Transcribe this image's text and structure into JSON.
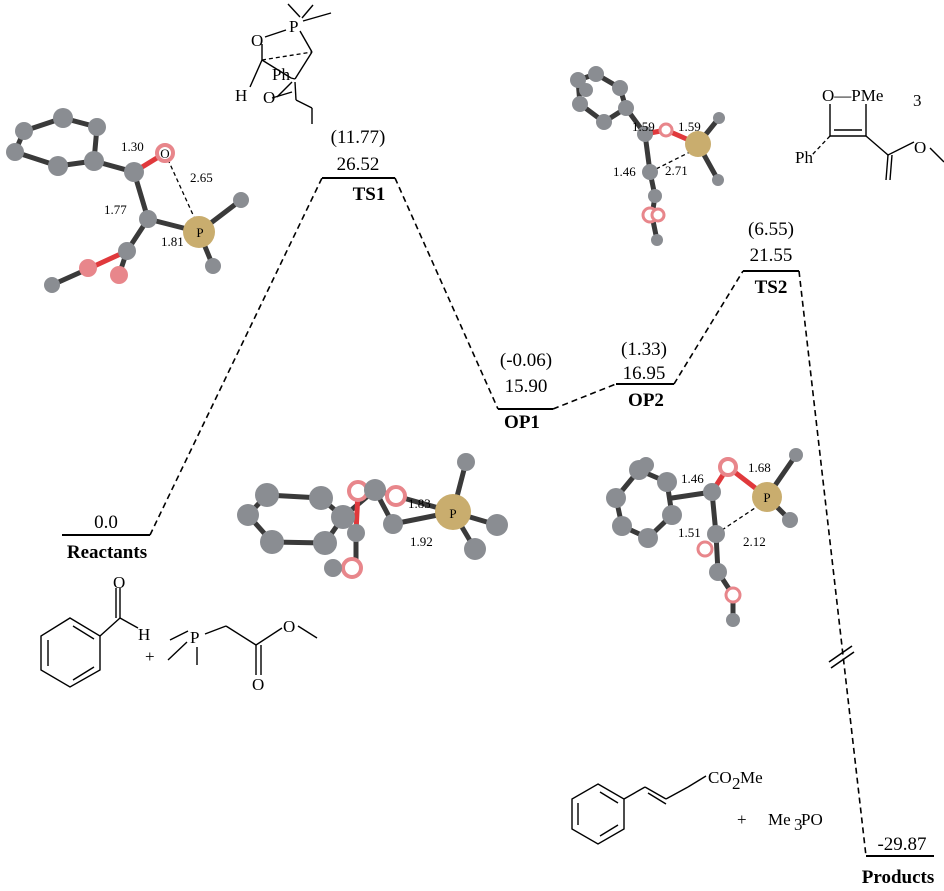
{
  "levels": [
    {
      "id": "reactants",
      "energy": "0.0",
      "paren": "",
      "label": "Reactants"
    },
    {
      "id": "ts1",
      "energy": "26.52",
      "paren": "(11.77)",
      "label": "TS1"
    },
    {
      "id": "op1",
      "energy": "15.90",
      "paren": "(-0.06)",
      "label": "OP1"
    },
    {
      "id": "op2",
      "energy": "16.95",
      "paren": "(1.33)",
      "label": "OP2"
    },
    {
      "id": "ts2",
      "energy": "21.55",
      "paren": "(6.55)",
      "label": "TS2"
    },
    {
      "id": "products",
      "energy": "-29.87",
      "paren": "",
      "label": "Products"
    }
  ],
  "structures": {
    "ts1_model": {
      "d1": "1.30",
      "d2": "2.65",
      "d3": "1.77",
      "d4": "1.81",
      "p": "P",
      "o": "O"
    },
    "op1_model": {
      "d1": "1.83",
      "d2": "1.92",
      "p": "P"
    },
    "op2_model": {
      "d1": "1.59",
      "d2": "1.59",
      "d3": "1.46",
      "d4": "2.71"
    },
    "ts2_model": {
      "d1": "1.46",
      "d2": "1.68",
      "d3": "1.51",
      "d4": "2.12",
      "p": "P"
    }
  },
  "chem": {
    "ts1_o": "O",
    "ts1_p": "P",
    "ts1_ph": "Ph",
    "ts1_h": "H",
    "ts1_o2": "O",
    "ts2_ring": "O—PMe",
    "ts2_ring_sub": "3",
    "ts2_ph": "Ph",
    "ts2_o": "O",
    "reactant_h": "H",
    "reactant_o": "O",
    "reactant_plus": "+",
    "reactant_p": "P",
    "reactant_o2": "O",
    "reactant_o3": "O",
    "product_co2me_a": "CO",
    "product_co2me_sub": "2",
    "product_co2me_b": "Me",
    "product_plus": "+",
    "product_me3po_a": "Me",
    "product_me3po_sub": "3",
    "product_me3po_b": "PO"
  },
  "colors": {
    "carbon": "#8a8d92",
    "oxygen": "#e8868b",
    "phosphorus": "#c9ad6e",
    "bond": "#3a3a3a"
  }
}
